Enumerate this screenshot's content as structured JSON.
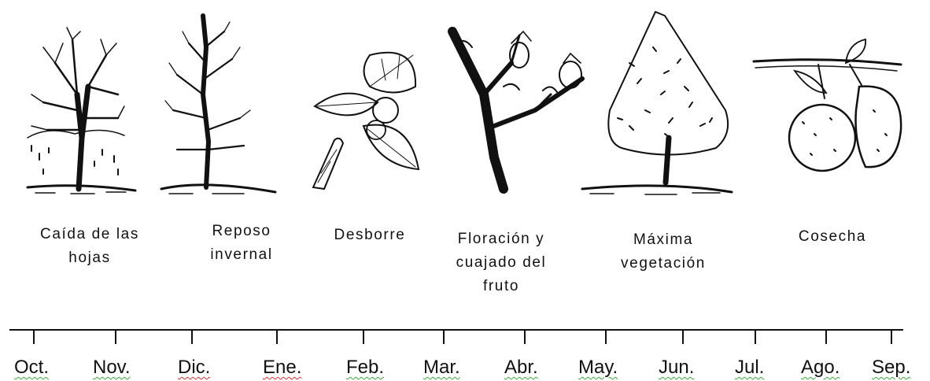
{
  "stages": [
    {
      "label": "Caída de las\nhojas",
      "icon": "tree-leaf-fall-icon"
    },
    {
      "label": "Reposo\ninvernal",
      "icon": "bare-tree-icon"
    },
    {
      "label": "Desborre",
      "icon": "bud-break-icon"
    },
    {
      "label": "Floración y\ncuajado del\nfruto",
      "icon": "flowering-branch-icon"
    },
    {
      "label": "Máxima\nvegetación",
      "icon": "full-tree-icon"
    },
    {
      "label": "Cosecha",
      "icon": "fruit-icon"
    }
  ],
  "months": [
    "Oct.",
    "Nov.",
    "Dic.",
    "Ene.",
    "Feb.",
    "Mar.",
    "Abr.",
    "May.",
    "Jun.",
    "Jul.",
    "Ago.",
    "Sep."
  ],
  "colors": {
    "ink": "#111111",
    "spell_green": "#3aa83a",
    "spell_red": "#e03030"
  }
}
